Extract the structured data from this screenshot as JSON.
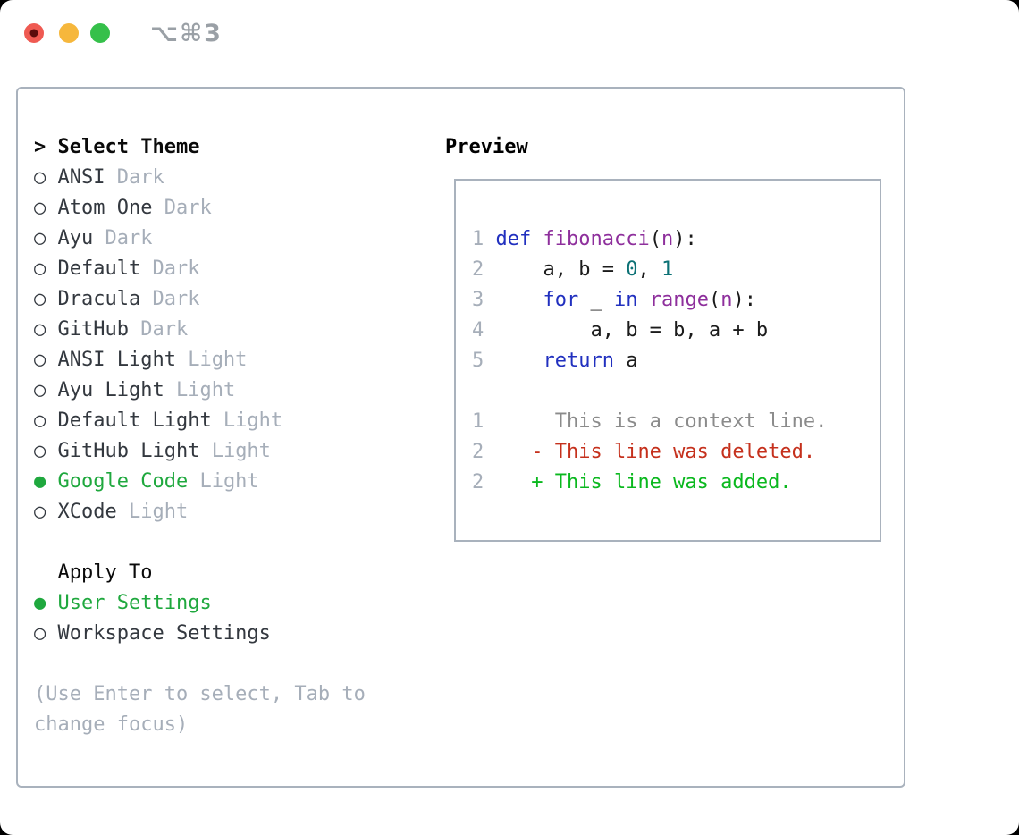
{
  "window": {
    "shortcut": "⌥⌘3",
    "traffic_lights": [
      {
        "name": "close",
        "color": "#ef5a52",
        "inner_dot": "#5a0c0c"
      },
      {
        "name": "minimize",
        "color": "#f6b73c",
        "inner_dot": null
      },
      {
        "name": "zoom",
        "color": "#35c04a",
        "inner_dot": null
      }
    ]
  },
  "theme_picker": {
    "title": "Select Theme",
    "items": [
      {
        "name": "ANSI",
        "variant": "Dark",
        "selected": false
      },
      {
        "name": "Atom One",
        "variant": "Dark",
        "selected": false
      },
      {
        "name": "Ayu",
        "variant": "Dark",
        "selected": false
      },
      {
        "name": "Default",
        "variant": "Dark",
        "selected": false
      },
      {
        "name": "Dracula",
        "variant": "Dark",
        "selected": false
      },
      {
        "name": "GitHub",
        "variant": "Dark",
        "selected": false
      },
      {
        "name": "ANSI Light",
        "variant": "Light",
        "selected": false
      },
      {
        "name": "Ayu Light",
        "variant": "Light",
        "selected": false
      },
      {
        "name": "Default Light",
        "variant": "Light",
        "selected": false
      },
      {
        "name": "GitHub Light",
        "variant": "Light",
        "selected": false
      },
      {
        "name": "Google Code",
        "variant": "Light",
        "selected": true
      },
      {
        "name": "XCode",
        "variant": "Light",
        "selected": false
      }
    ],
    "apply_to": {
      "title": "Apply To",
      "options": [
        {
          "label": "User Settings",
          "selected": true
        },
        {
          "label": "Workspace Settings",
          "selected": false
        }
      ]
    },
    "hint": "(Use Enter to select, Tab to change focus)"
  },
  "preview": {
    "title": "Preview",
    "code_lines": [
      {
        "num": "1",
        "tokens": [
          [
            "def",
            "kw"
          ],
          [
            " ",
            ""
          ],
          [
            "fibonacci",
            "fn"
          ],
          [
            "(",
            ""
          ],
          [
            "n",
            "fn"
          ],
          [
            "):",
            ""
          ]
        ]
      },
      {
        "num": "2",
        "tokens": [
          [
            "    a, b = ",
            ""
          ],
          [
            "0",
            "num"
          ],
          [
            ", ",
            ""
          ],
          [
            "1",
            "num"
          ]
        ]
      },
      {
        "num": "3",
        "tokens": [
          [
            "    ",
            ""
          ],
          [
            "for",
            "kw"
          ],
          [
            " _ ",
            ""
          ],
          [
            "in",
            "kw"
          ],
          [
            " ",
            ""
          ],
          [
            "range",
            "fn"
          ],
          [
            "(",
            ""
          ],
          [
            "n",
            "fn"
          ],
          [
            "):",
            ""
          ]
        ]
      },
      {
        "num": "4",
        "tokens": [
          [
            "        a, b = b, a + b",
            ""
          ]
        ]
      },
      {
        "num": "5",
        "tokens": [
          [
            "    ",
            ""
          ],
          [
            "return",
            "kw"
          ],
          [
            " a",
            ""
          ]
        ]
      },
      {
        "num": "",
        "tokens": []
      },
      {
        "num": "1",
        "tokens": [
          [
            "     This is a context line.",
            "ctx"
          ]
        ]
      },
      {
        "num": "2",
        "tokens": [
          [
            "   - This line was deleted.",
            "del"
          ]
        ]
      },
      {
        "num": "2",
        "tokens": [
          [
            "   + This line was added.",
            "add"
          ]
        ]
      }
    ]
  },
  "colors": {
    "accent_green": "#1fa83e",
    "muted": "#a6aeb9",
    "item_text": "#33383f",
    "keyword_blue": "#2130bf",
    "function_purple": "#8e2f9c",
    "number_teal": "#0c7175",
    "diff_context": "#8b8b8b",
    "diff_deleted": "#c5301c",
    "diff_added": "#0ab81e",
    "panel_border": "#a9b2bd"
  },
  "glyphs": {
    "selected_radio": "●",
    "unselected_radio": "○",
    "focus_caret": ">"
  }
}
